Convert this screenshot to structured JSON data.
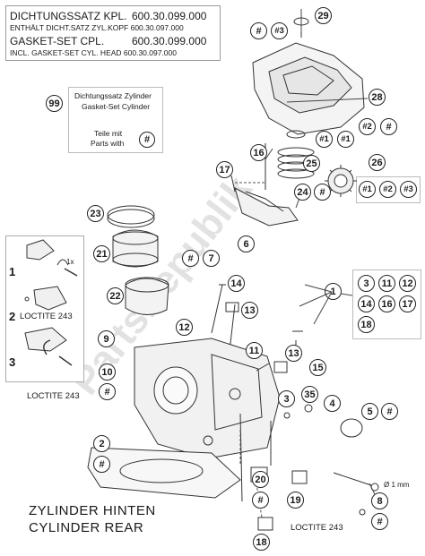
{
  "kit_box": {
    "line1_label": "DICHTUNGSSATZ KPL.",
    "line1_code": "600.30.099.000",
    "line2": "ENTHÄLT DICHT.SATZ ZYL.KOPF 600.30.097.000",
    "line3_label": "GASKET-SET CPL.",
    "line3_code": "600.30.099.000",
    "line4": "INCL. GASKET-SET CYL. HEAD 600.30.097.000"
  },
  "cyl_kit": {
    "callout": "99",
    "line1": "Dichtungssatz Zylinder",
    "line2": "Gasket-Set Cylinder",
    "line3": "Teile mit",
    "line4": "Parts with",
    "symbol": "#"
  },
  "steps": [
    "1",
    "2",
    "3"
  ],
  "step_texts": {
    "turn": "1x",
    "loctite_a": "LOCTITE 243",
    "loctite_b": "LOCTITE 243"
  },
  "group_box": {
    "callout": "1",
    "items": [
      "3",
      "11",
      "12",
      "14",
      "16",
      "17",
      "18"
    ]
  },
  "mini_box": {
    "items": [
      "#1",
      "#2",
      "#3"
    ]
  },
  "callouts": {
    "c29": "29",
    "c_h1": "#",
    "c_h3": "#3",
    "c28": "28",
    "c_h1b": "#1",
    "c_h2": "#2",
    "c_h": "#",
    "c16": "16",
    "c17": "17",
    "c25": "25",
    "c26": "26",
    "c24": "24",
    "c_h24": "#",
    "c23": "23",
    "c21": "21",
    "c6": "6",
    "c7": "7",
    "c_h7": "#",
    "c14": "14",
    "c22": "22",
    "c13": "13",
    "c12": "12",
    "c9": "9",
    "c11": "11",
    "c13b": "13",
    "c15": "15",
    "c10": "10",
    "c_h10": "#",
    "c3": "3",
    "c35": "35",
    "c4": "4",
    "c5": "5",
    "c_h5": "#",
    "c2": "2",
    "c_h2b": "#",
    "c20": "20",
    "c_h20": "#",
    "c19": "19",
    "c18": "18",
    "c8": "8",
    "c_h8": "#"
  },
  "dim_label": "Ø 1 mm",
  "loctite_bottom": "LOCTITE 243",
  "loctite_left": "LOCTITE 243",
  "title_de": "ZYLINDER HINTEN",
  "title_en": "CYLINDER REAR",
  "watermark": "PartsRepublik"
}
